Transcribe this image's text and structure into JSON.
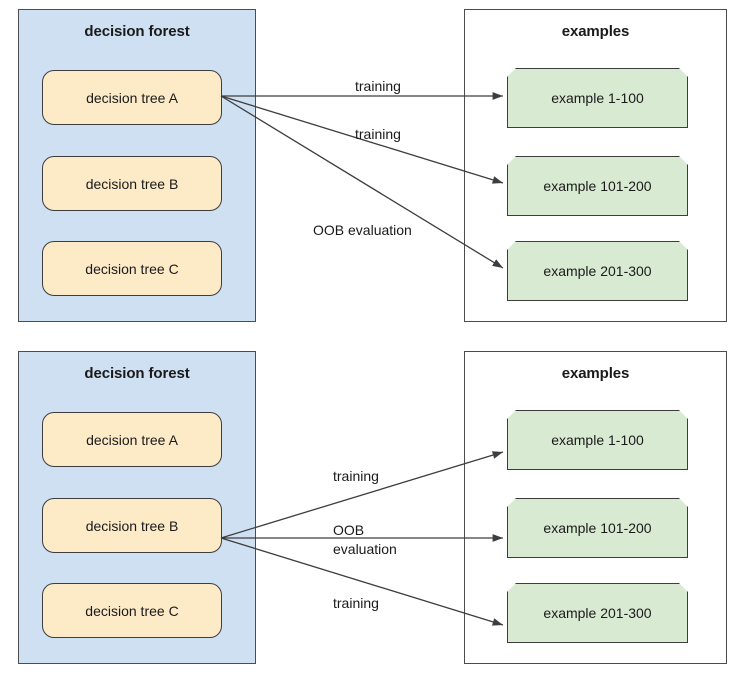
{
  "diagram": {
    "title_forest": "decision forest",
    "title_examples": "examples",
    "labels": {
      "training": "training",
      "oob_evaluation": "OOB evaluation",
      "oob": "OOB",
      "evaluation": "evaluation"
    }
  },
  "panels": [
    {
      "id": "panel-1",
      "forest": {
        "title": "decision forest",
        "trees": [
          {
            "label": "decision tree A",
            "active": true
          },
          {
            "label": "decision tree B",
            "active": false
          },
          {
            "label": "decision tree C",
            "active": false
          }
        ]
      },
      "examples": {
        "title": "examples",
        "items": [
          {
            "label": "example 1-100"
          },
          {
            "label": "example 101-200"
          },
          {
            "label": "example 201-300"
          }
        ]
      },
      "edges": [
        {
          "from": "decision tree A",
          "to": "example 1-100",
          "label": "training"
        },
        {
          "from": "decision tree A",
          "to": "example 101-200",
          "label": "training"
        },
        {
          "from": "decision tree A",
          "to": "example 201-300",
          "label": "OOB evaluation"
        }
      ]
    },
    {
      "id": "panel-2",
      "forest": {
        "title": "decision forest",
        "trees": [
          {
            "label": "decision tree A",
            "active": false
          },
          {
            "label": "decision tree B",
            "active": true
          },
          {
            "label": "decision tree C",
            "active": false
          }
        ]
      },
      "examples": {
        "title": "examples",
        "items": [
          {
            "label": "example 1-100"
          },
          {
            "label": "example 101-200"
          },
          {
            "label": "example 201-300"
          }
        ]
      },
      "edges": [
        {
          "from": "decision tree B",
          "to": "example 1-100",
          "label": "training"
        },
        {
          "from": "decision tree B",
          "to": "example 101-200",
          "label": "OOB evaluation"
        },
        {
          "from": "decision tree B",
          "to": "example 201-300",
          "label": "training"
        }
      ]
    }
  ],
  "colors": {
    "forest_fill": "#cfe0f3",
    "tree_fill": "#fdebc8",
    "example_fill": "#d9ead3",
    "stroke": "#3d3d3d",
    "text": "#1a1a1a"
  }
}
